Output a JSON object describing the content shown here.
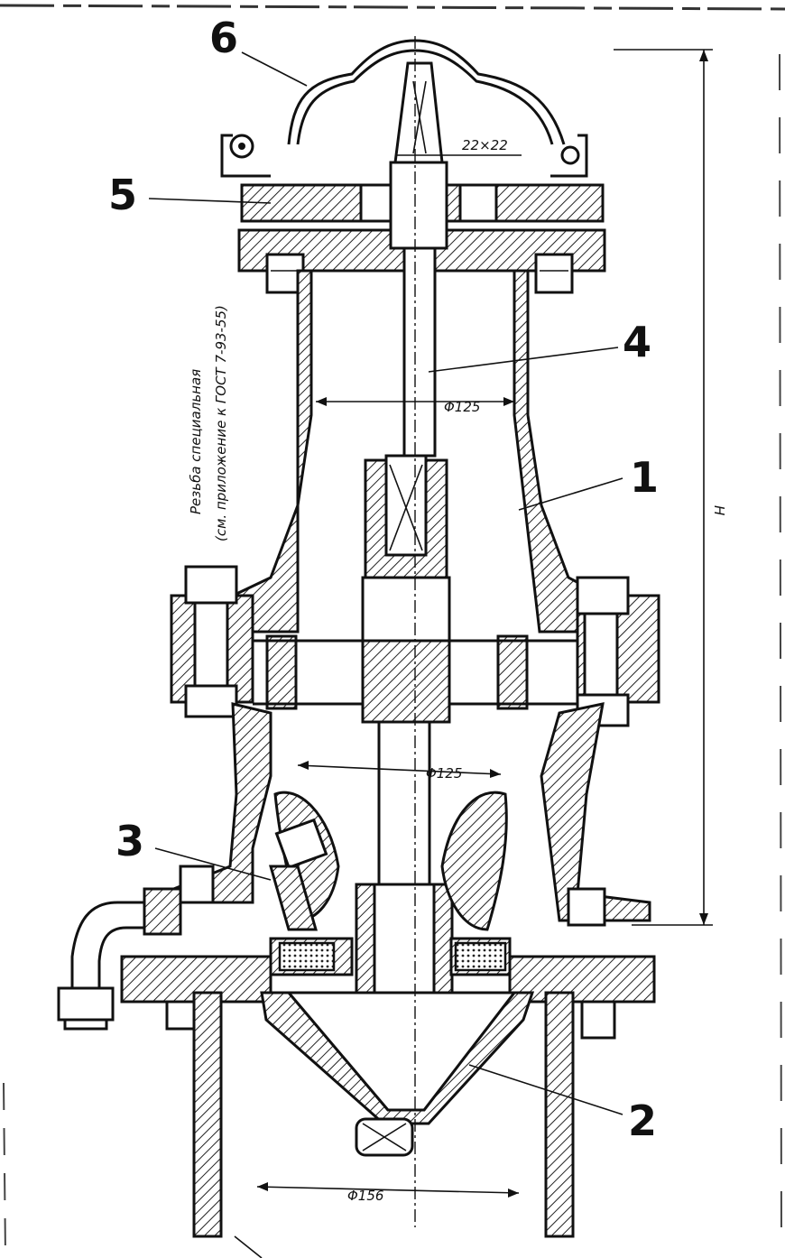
{
  "callouts": {
    "part1": "1",
    "part2": "2",
    "part3": "3",
    "part4": "4",
    "part5": "5",
    "part6": "6"
  },
  "dimensions": {
    "square_nut": "22×22",
    "upper_bore": "Φ125",
    "middle_bore": "Φ125",
    "bottom_bore": "Φ156",
    "height": "H"
  },
  "note": {
    "line1": "Резьба специальная",
    "line2": "(см. приложение к ГОСТ 7-93-55)"
  }
}
